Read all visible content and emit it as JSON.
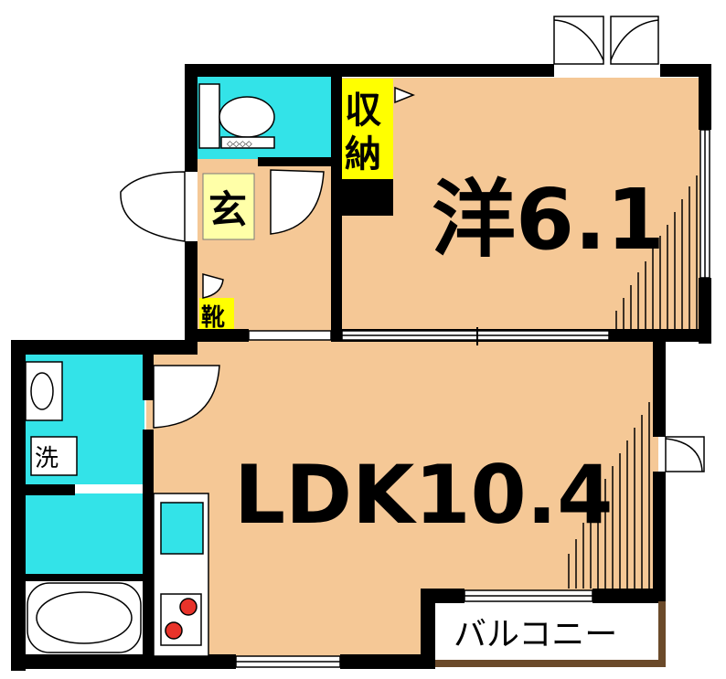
{
  "rooms": {
    "western": {
      "label": "洋6.1"
    },
    "ldk": {
      "label": "LDK10.4"
    },
    "entrance": {
      "label": "玄"
    },
    "storage": {
      "label_top": "収",
      "label_bottom": "納"
    },
    "shoe": {
      "label": "靴"
    },
    "washer": {
      "label": "洗"
    },
    "balcony": {
      "label": "バルコニー"
    }
  },
  "colors": {
    "floor": "#f5c896",
    "wet_area": "#33e3e8",
    "entrance": "#ffffa8",
    "storage": "#ffff00",
    "wall": "#000000",
    "balcony": "#ffffff",
    "stove_burner": "#e8332a"
  }
}
